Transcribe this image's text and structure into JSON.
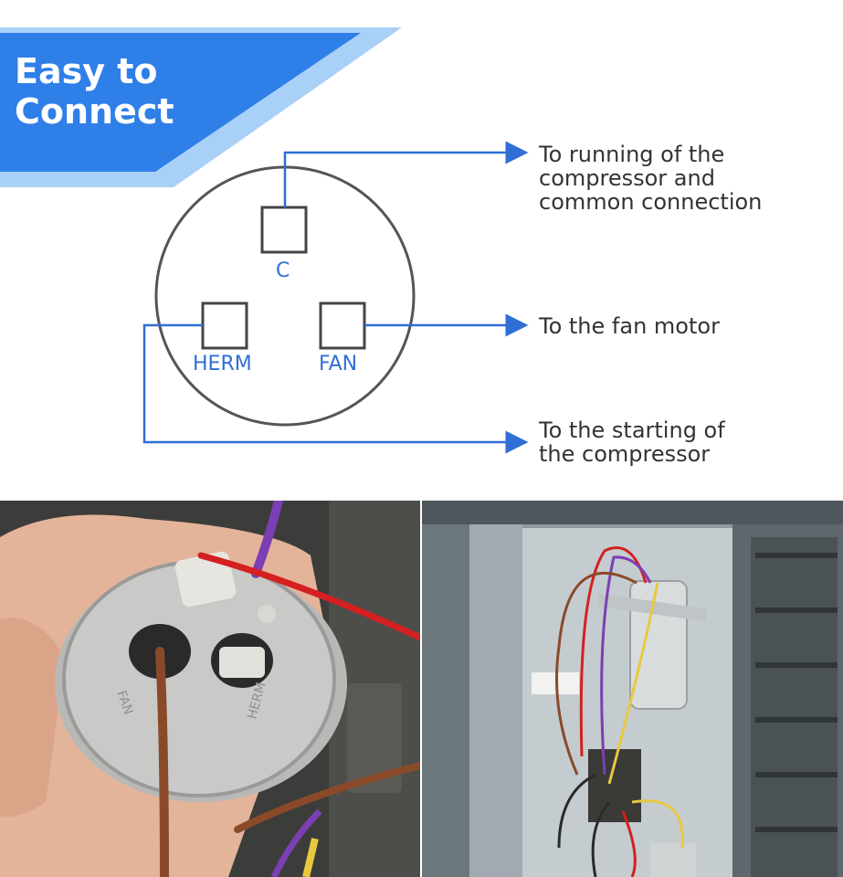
{
  "banner": {
    "line1": "Easy to",
    "line2": "Connect"
  },
  "diagram": {
    "terminals": {
      "c": "C",
      "herm": "HERM",
      "fan": "FAN"
    },
    "callouts": {
      "compressor_running": [
        "To running of the",
        "compressor and",
        "common connection"
      ],
      "fan_motor": "To the fan motor",
      "compressor_starting": [
        "To the starting of",
        "the compressor"
      ]
    }
  },
  "photos": {
    "left_capacitor_marks": [
      "FAN",
      "HERM"
    ]
  },
  "colors": {
    "banner_blue": "#2f7fe8",
    "banner_light": "#9cc8f5",
    "wire_blue": "#2f6fd6",
    "circle_gray": "#555555",
    "text_dark": "#333333"
  }
}
